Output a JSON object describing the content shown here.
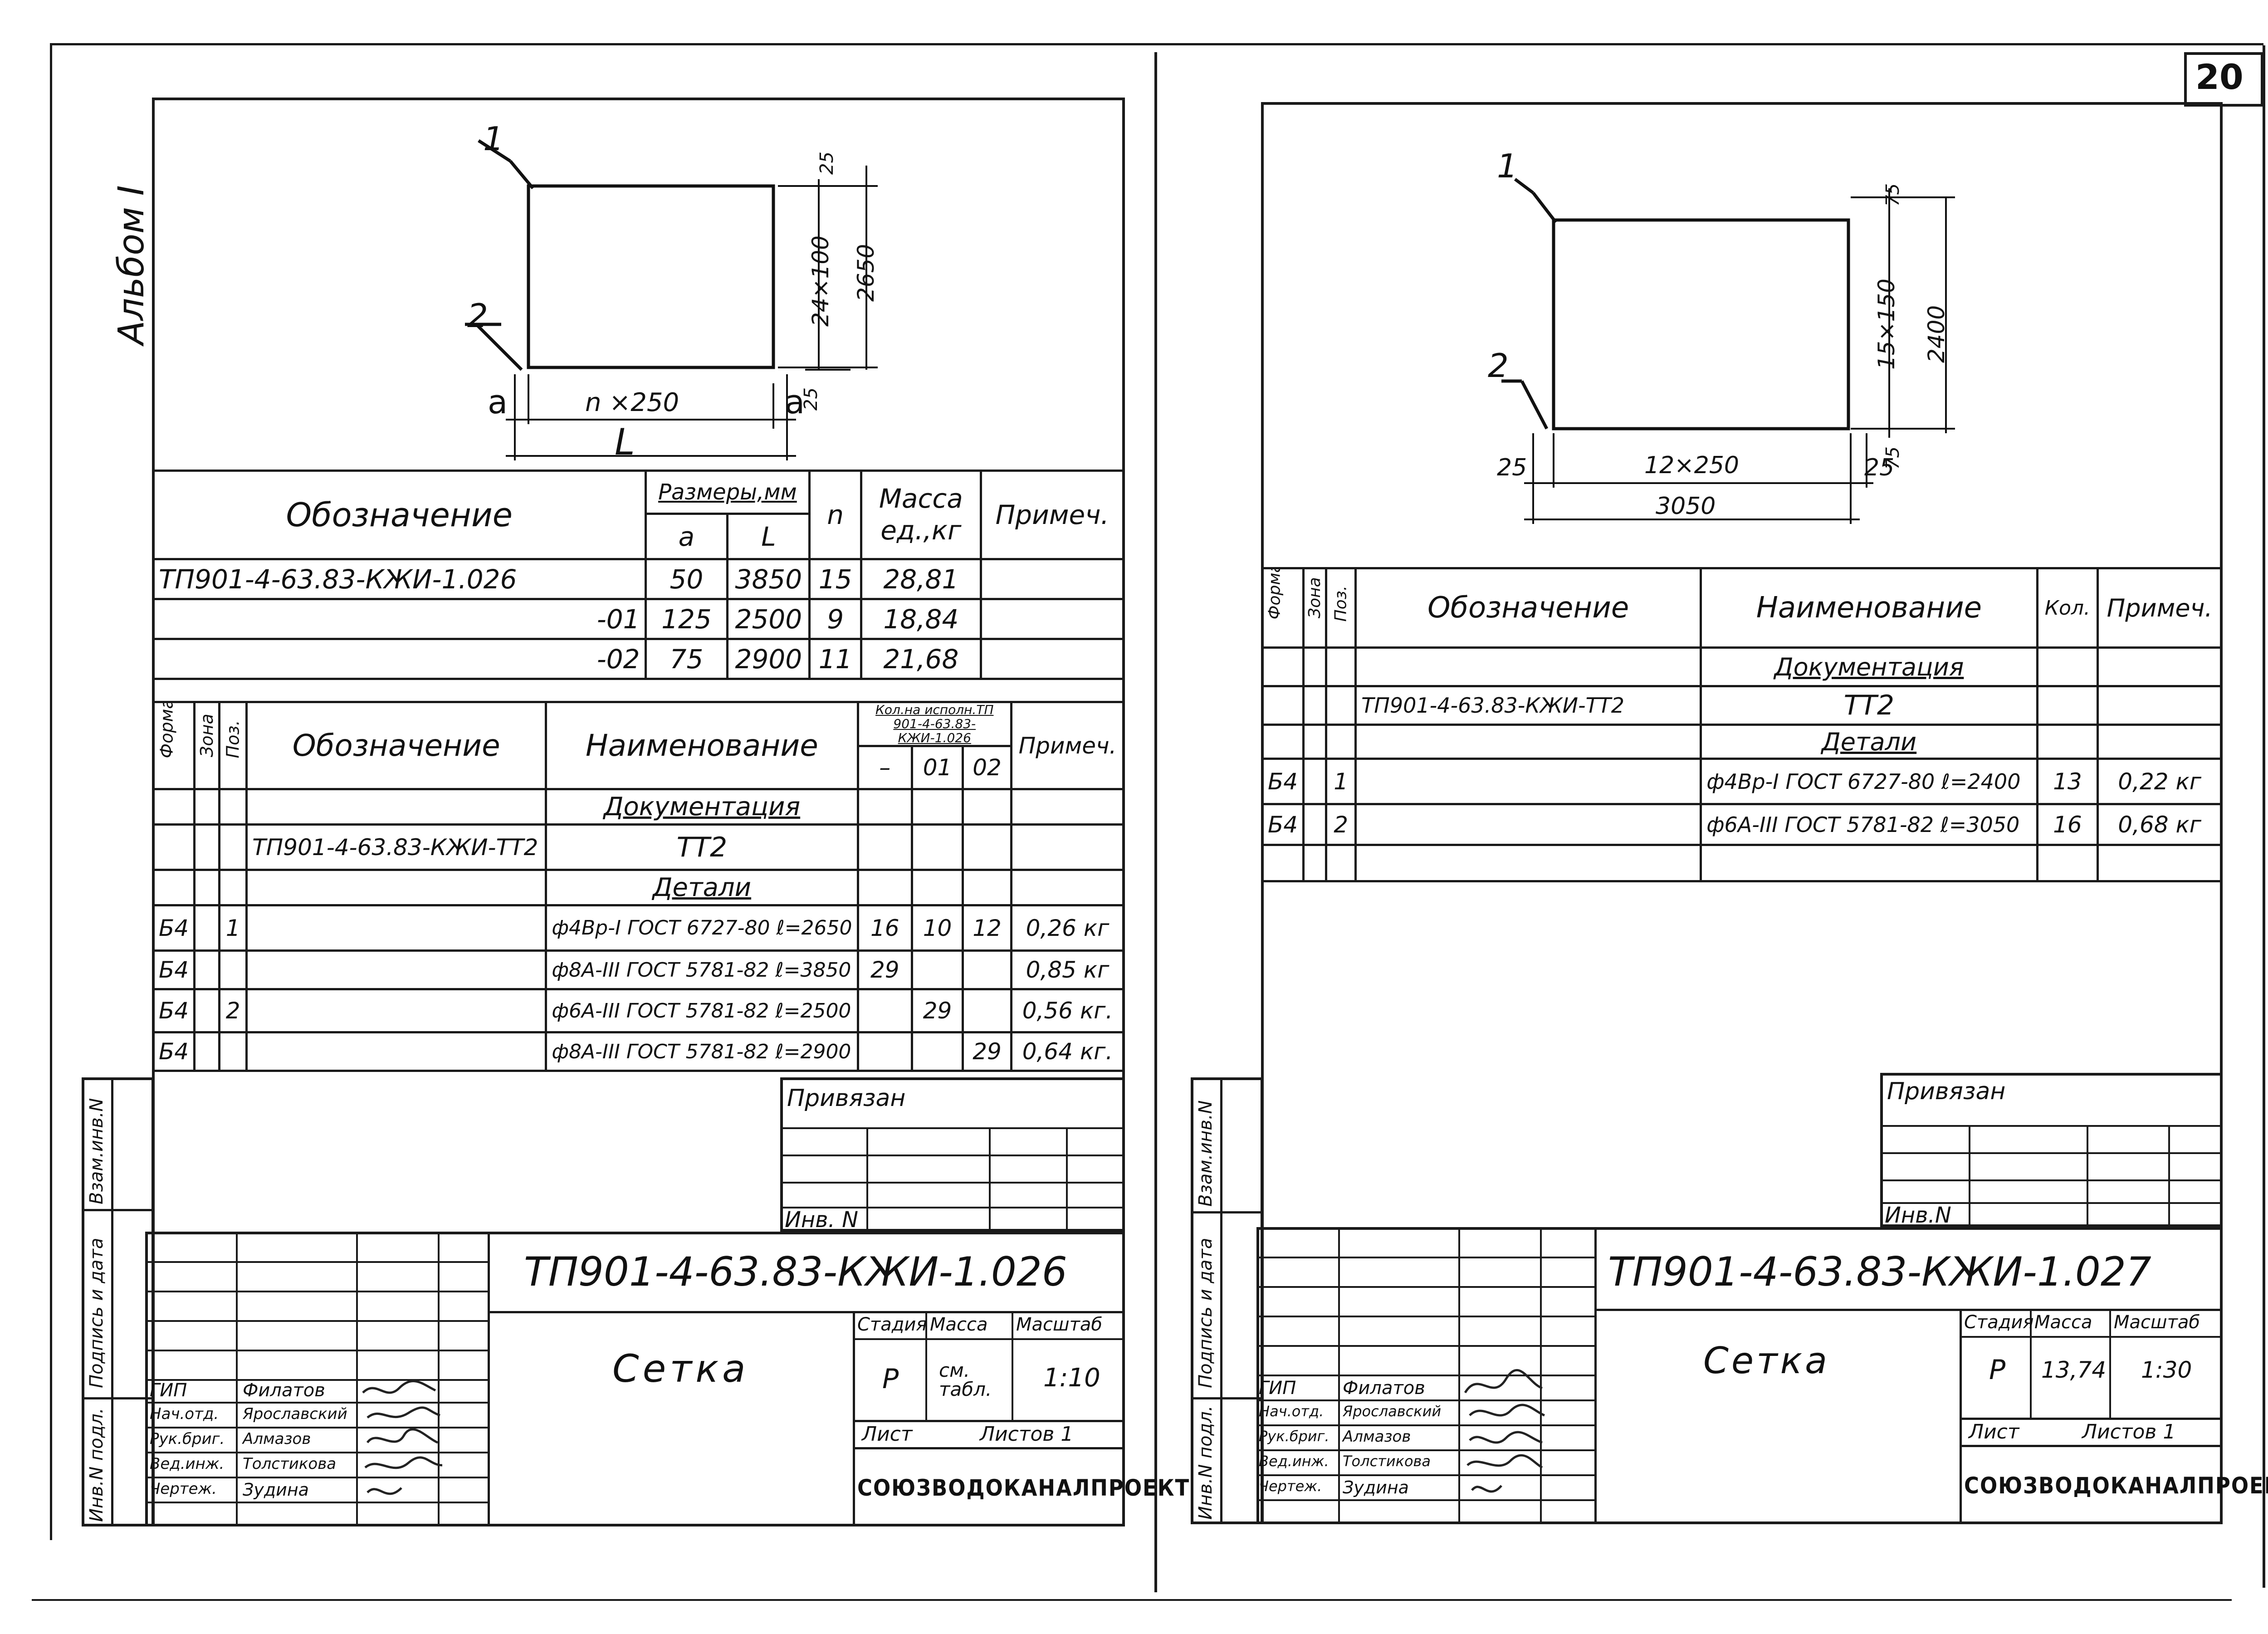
{
  "page_number": "20",
  "album_label": "Альбом I",
  "left": {
    "drawing": {
      "callout_1": "1",
      "callout_2": "2",
      "dim_a_left": "a",
      "dim_a_right": "a",
      "dim_n250": "n ×250",
      "dim_L": "L",
      "dim_top_25": "25",
      "dim_24x100": "24×100",
      "dim_2650": "2650",
      "dim_right_25": "25"
    },
    "size_table": {
      "h_designation": "Обозначение",
      "h_sizes": "Размеры,мм",
      "h_a": "a",
      "h_L": "L",
      "h_n": "n",
      "h_mass": "Масса ед.,кг",
      "h_note": "Примеч.",
      "rows": [
        {
          "designation": "ТП901-4-63.83-КЖИ-1.026",
          "a": "50",
          "L": "3850",
          "n": "15",
          "mass": "28,81"
        },
        {
          "designation": "-01",
          "a": "125",
          "L": "2500",
          "n": "9",
          "mass": "18,84"
        },
        {
          "designation": "-02",
          "a": "75",
          "L": "2900",
          "n": "11",
          "mass": "21,68"
        }
      ]
    },
    "spec": {
      "h_format": "Формат",
      "h_zone": "Зона",
      "h_pos": "Поз.",
      "h_designation": "Обозначение",
      "h_name": "Наименование",
      "h_qty": "Кол.на исполн.ТП 901-4-63.83-КЖИ-1.026",
      "h_q0": "–",
      "h_q1": "01",
      "h_q2": "02",
      "h_note": "Примеч.",
      "section_docs": "Документация",
      "doc_designation": "ТП901-4-63.83-КЖИ-ТТ2",
      "doc_name": "ТТ2",
      "section_parts": "Детали",
      "rows": [
        {
          "format": "Б4",
          "pos": "1",
          "name": "ф4Вр-I ГОСТ 6727-80 ℓ=2650",
          "q0": "16",
          "q1": "10",
          "q2": "12",
          "note": "0,26 кг"
        },
        {
          "format": "Б4",
          "pos": "",
          "name": "ф8А-III ГОСТ 5781-82 ℓ=3850",
          "q0": "29",
          "q1": "",
          "q2": "",
          "note": "0,85 кг"
        },
        {
          "format": "Б4",
          "pos": "2",
          "name": "ф6А-III ГОСТ 5781-82 ℓ=2500",
          "q0": "",
          "q1": "29",
          "q2": "",
          "note": "0,56 кг."
        },
        {
          "format": "Б4",
          "pos": "",
          "name": "ф8А-III ГОСТ 5781-82 ℓ=2900",
          "q0": "",
          "q1": "",
          "q2": "29",
          "note": "0,64 кг."
        }
      ]
    },
    "binding": {
      "label": "Привязан",
      "inv": "Инв. N"
    },
    "side_labels": [
      "Инв.N подл.",
      "Подпись и дата",
      "Взам.инв.N"
    ],
    "title_block": {
      "code": "ТП901-4-63.83-КЖИ-1.026",
      "name": "Сетка",
      "h_stage": "Стадия",
      "h_mass": "Масса",
      "h_scale": "Масштаб",
      "stage": "Р",
      "mass": "см. табл.",
      "scale": "1:10",
      "sheet": "Лист",
      "sheets": "Листов 1",
      "org": "СОЮЗВОДОКАНАЛПРОЕКТ",
      "people": [
        {
          "role": "ГИП",
          "name": "Филатов"
        },
        {
          "role": "Нач.отд.",
          "name": "Ярославский"
        },
        {
          "role": "Рук.бриг.",
          "name": "Алмазов"
        },
        {
          "role": "Вед.инж.",
          "name": "Толстикова"
        },
        {
          "role": "Чертеж.",
          "name": "Зудина"
        }
      ]
    }
  },
  "right": {
    "drawing": {
      "callout_1": "1",
      "callout_2": "2",
      "dim_25_left": "25",
      "dim_12x250": "12×250",
      "dim_3050": "3050",
      "dim_25_right": "25",
      "dim_top_75": "75",
      "dim_15x150": "15×150",
      "dim_2400": "2400",
      "dim_bottom_75": "75"
    },
    "spec": {
      "h_format": "Формат",
      "h_zone": "Зона",
      "h_pos": "Поз.",
      "h_designation": "Обозначение",
      "h_name": "Наименование",
      "h_qty": "Кол.",
      "h_note": "Примеч.",
      "section_docs": "Документация",
      "doc_designation": "ТП901-4-63.83-КЖИ-ТТ2",
      "doc_name": "ТТ2",
      "section_parts": "Детали",
      "rows": [
        {
          "format": "Б4",
          "pos": "1",
          "name": "ф4Вр-I ГОСТ 6727-80 ℓ=2400",
          "qty": "13",
          "note": "0,22 кг"
        },
        {
          "format": "Б4",
          "pos": "2",
          "name": "ф6А-III ГОСТ 5781-82 ℓ=3050",
          "qty": "16",
          "note": "0,68 кг"
        }
      ]
    },
    "binding": {
      "label": "Привязан",
      "inv": "Инв.N"
    },
    "side_labels": [
      "Инв.N подл.",
      "Подпись и дата",
      "Взам.инв.N"
    ],
    "title_block": {
      "code": "ТП901-4-63.83-КЖИ-1.027",
      "name": "Сетка",
      "h_stage": "Стадия",
      "h_mass": "Масса",
      "h_scale": "Масштаб",
      "stage": "Р",
      "mass": "13,74",
      "scale": "1:30",
      "sheet": "Лист",
      "sheets": "Листов 1",
      "org": "СОЮЗВОДОКАНАЛПРОЕКТ",
      "people": [
        {
          "role": "ГИП",
          "name": "Филатов"
        },
        {
          "role": "Нач.отд.",
          "name": "Ярославский"
        },
        {
          "role": "Рук.бриг.",
          "name": "Алмазов"
        },
        {
          "role": "Вед.инж.",
          "name": "Толстикова"
        },
        {
          "role": "Чертеж.",
          "name": "Зудина"
        }
      ]
    }
  }
}
